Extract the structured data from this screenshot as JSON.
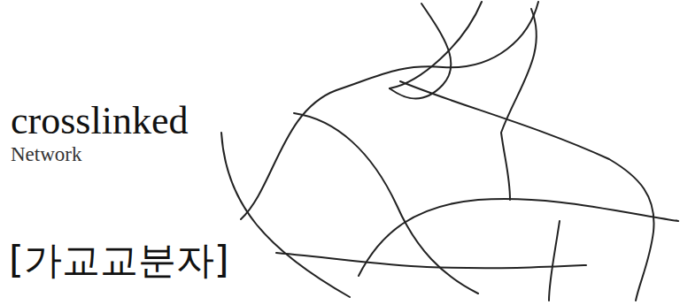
{
  "diagram": {
    "labels": [
      "crosslinked",
      "Network",
      "[가교교분자]"
    ]
  }
}
